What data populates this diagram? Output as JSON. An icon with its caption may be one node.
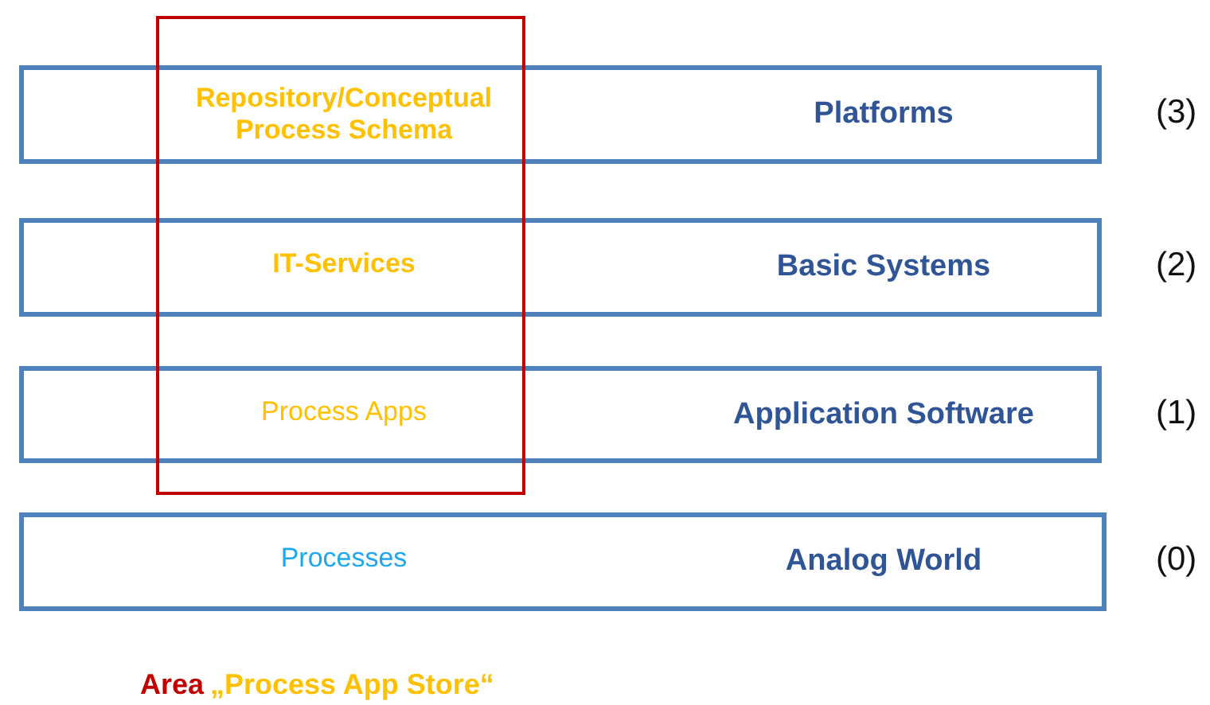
{
  "diagram": {
    "nodes": [
      {
        "text": [
          "Repository/Conceptual Process Schema",
          "Platforms"
        ],
        "beside": [
          "(3)"
        ]
      },
      {
        "text": [
          "IT-Services",
          "Basic Systems"
        ],
        "beside": [
          "(2)"
        ]
      },
      {
        "text": [
          "Process Apps",
          "Application Software"
        ],
        "beside": [
          "(1)"
        ]
      },
      {
        "text": [
          "Processes",
          "Analog World"
        ],
        "beside": [
          "(0)"
        ]
      },
      {
        "text": [],
        "shape": "box",
        "beside": [
          "Area",
          "„Process App Store“"
        ]
      }
    ]
  }
}
